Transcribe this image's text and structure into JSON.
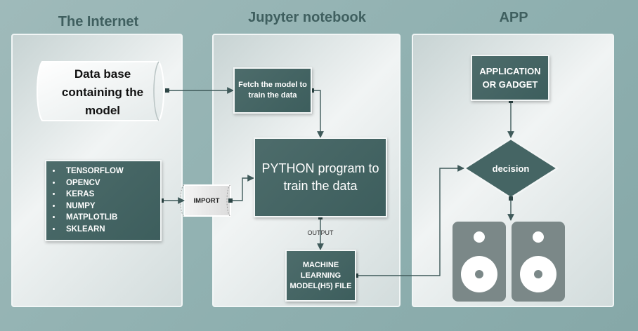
{
  "columns": {
    "internet": "The Internet",
    "jupyter": "Jupyter notebook",
    "app": "APP"
  },
  "nodes": {
    "database": "Data base containing the model",
    "libraries": [
      "TENSORFLOW",
      "OPENCV",
      "KERAS",
      "NUMPY",
      "MATPLOTLIB",
      "SKLEARN"
    ],
    "import": "IMPORT",
    "fetch": "Fetch the model to train the data",
    "python": "PYTHON program to train the data",
    "output": "OUTPUT",
    "ml_model": "MACHINE LEARNING MODEL(H5) FILE",
    "application": "APPLICATION OR GADGET",
    "decision": "decision"
  },
  "colors": {
    "box": "#456564",
    "arrow": "#3f5a5a",
    "speaker": "#7b8888"
  }
}
